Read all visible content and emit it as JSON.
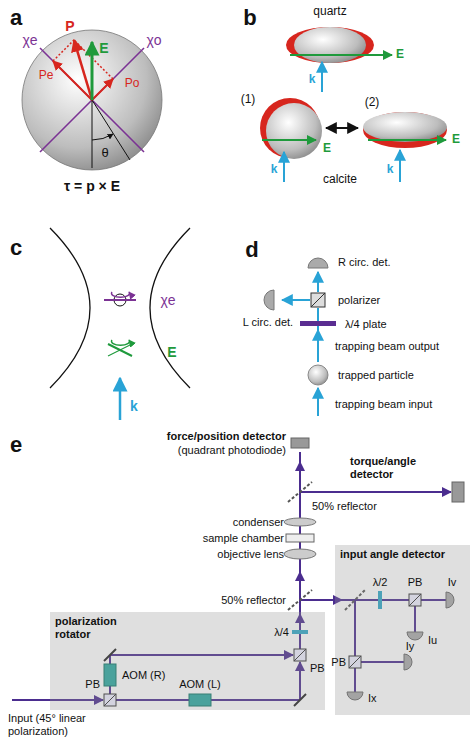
{
  "diagram": {
    "nodes": [
      {
        "text": [
          "polarization rotator"
        ]
      },
      {
        "text": [
          "input angle detector"
        ]
      }
    ],
    "labels": [
      "a",
      "χe",
      "χo",
      "P",
      "E",
      "Pe",
      "Po",
      "θ",
      "τ = p × E",
      "b",
      "quartz",
      "E",
      "k",
      "calcite",
      "(1)",
      "E",
      "k",
      "(2)",
      "E",
      "k",
      "c",
      "χe",
      "E",
      "k",
      "d",
      "R circ. det.",
      "polarizer",
      "L circ. det.",
      "λ/4 plate",
      "trapping beam output",
      "trapped particle",
      "trapping beam input",
      "e",
      "force/position detector",
      "(quadrant photodiode)",
      "torque/angle detector",
      "50% reflector",
      "condenser",
      "sample chamber",
      "objective lens",
      "50% reflector",
      "λ/2",
      "PB",
      "Iv",
      "Iu",
      "PB",
      "Iy",
      "Ix",
      "λ/4",
      "PB",
      "AOM (R)",
      "PB",
      "AOM (L)",
      "Input (45° linear polarization)"
    ]
  }
}
